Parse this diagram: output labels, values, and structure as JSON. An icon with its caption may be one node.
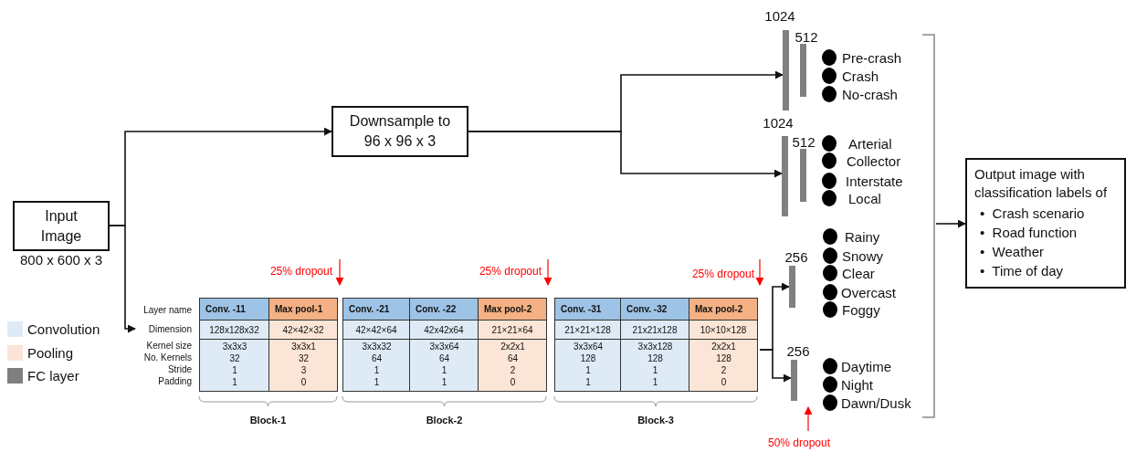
{
  "diagram": {
    "nodes": [
      {
        "text": [
          "Input Image"
        ],
        "beside": [
          "800 x 600 x 3"
        ]
      },
      {
        "text": [
          "Downsample to 96 x 96 x 3"
        ]
      },
      {
        "text": [],
        "shape": "bar",
        "beside": [
          "1024"
        ]
      },
      {
        "text": [],
        "shape": "bar",
        "beside": [
          "512"
        ]
      },
      {
        "text": [],
        "shape": "bar",
        "beside": [
          "1024"
        ]
      },
      {
        "text": [],
        "shape": "bar",
        "beside": [
          "512"
        ]
      },
      {
        "text": [],
        "shape": "bar",
        "beside": [
          "256"
        ]
      },
      {
        "text": [],
        "shape": "bar",
        "beside": [
          "256"
        ]
      },
      {
        "text": [],
        "shape": "box"
      },
      {
        "text": [
          "Output image with classification labels of",
          "•  Crash scenario",
          "•  Road function",
          "•  Weather",
          "•  Time of day"
        ]
      },
      {
        "text": [],
        "shape": "bracket"
      }
    ],
    "edges": [
      {
        "from": 0,
        "to": 1,
        "arrow": "to"
      },
      {
        "from": 0,
        "to": 8,
        "arrow": "to"
      },
      {
        "from": 1,
        "to": 2,
        "arrow": "to"
      },
      {
        "from": 1,
        "to": 4,
        "arrow": "to"
      },
      {
        "from": 8,
        "to": 6,
        "arrow": "to"
      },
      {
        "from": 8,
        "to": 7,
        "arrow": "to"
      },
      {
        "from": 10,
        "to": 9,
        "arrow": "to"
      }
    ],
    "labels": [
      "Pre-crash",
      "Crash",
      "No-crash",
      "Arterial",
      "Collector",
      "Interstate",
      "Local",
      "Rainy",
      "Snowy",
      "Clear",
      "Overcast",
      "Foggy",
      "Daytime",
      "Night",
      "Dawn/Dusk",
      "25% dropout",
      "25% dropout",
      "25% dropout",
      "Layer name",
      "Conv. -11",
      "Max pool-1",
      "Conv. -21",
      "Conv. -22",
      "Max pool-2",
      "Conv. -31",
      "Conv. -32",
      "Max pool-2",
      "Dimension",
      "128x128x32",
      "42×42×32",
      "42×42×64",
      "42x42x64",
      "21×21×64",
      "21×21×128",
      "21x21x128",
      "10×10×128",
      "Kernel size",
      "3x3x3",
      "3x3x1",
      "3x3x32",
      "3x3x64",
      "2x2x1",
      "3x3x64",
      "3x3x128",
      "2x2x1",
      "No. Kernels",
      "32",
      "32",
      "64",
      "64",
      "64",
      "128",
      "128",
      "128",
      "Stride",
      "1",
      "3",
      "1",
      "1",
      "2",
      "1",
      "1",
      "2",
      "Padding",
      "1",
      "0",
      "1",
      "1",
      "0",
      "1",
      "1",
      "0",
      "Block-1",
      "Block-2",
      "Block-3",
      "50% dropout"
    ],
    "legend": [
      {
        "text": "Convolution",
        "color": "#deebf7"
      },
      {
        "text": "Pooling",
        "color": "#fbe5d6"
      },
      {
        "text": "FC layer",
        "color": "#7f7f7f"
      }
    ]
  }
}
